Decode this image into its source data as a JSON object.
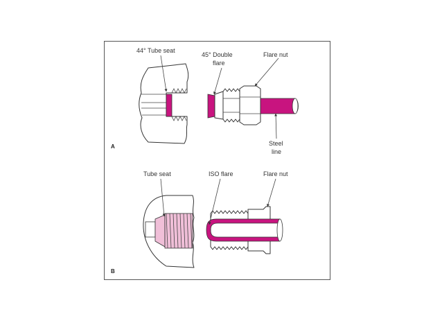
{
  "colors": {
    "frame": "#555555",
    "accent": "#c8147f",
    "accent_light": "#f0bfd8",
    "line": "#333333"
  },
  "panel_a": {
    "letter": "A",
    "labels": {
      "tube_seat": "44° Tube seat",
      "double_flare_line1": "45° Double",
      "double_flare_line2": "flare",
      "flare_nut": "Flare nut",
      "steel_line1": "Steel",
      "steel_line2": "line"
    }
  },
  "panel_b": {
    "letter": "B",
    "labels": {
      "tube_seat": "Tube seat",
      "iso_flare": "ISO flare",
      "flare_nut": "Flare nut"
    }
  }
}
